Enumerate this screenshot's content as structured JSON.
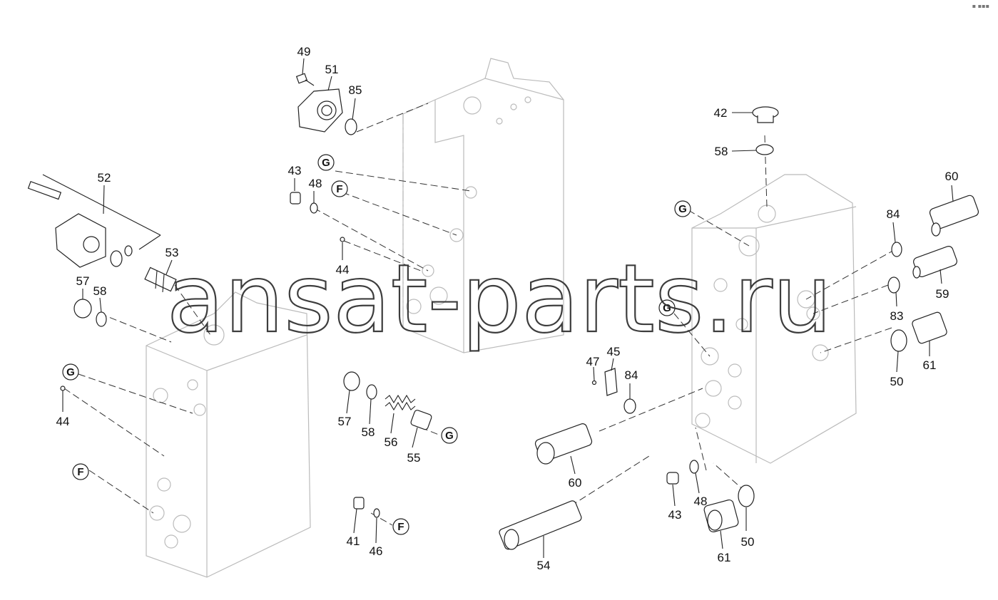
{
  "corner_mark": "▪ ▪▪▪",
  "watermark": "ansat-parts.ru",
  "callouts": {
    "c49": "49",
    "c51": "51",
    "c85": "85",
    "c43a": "43",
    "c48a": "48",
    "c44a": "44",
    "c52": "52",
    "c53": "53",
    "c57a": "57",
    "c58a": "58",
    "c44b": "44",
    "c57b": "57",
    "c58b": "58",
    "c56": "56",
    "c55": "55",
    "c41": "41",
    "c46": "46",
    "c42": "42",
    "c58c": "58",
    "c60a": "60",
    "c84a": "84",
    "c59": "59",
    "c83": "83",
    "c61a": "61",
    "c50a": "50",
    "c47": "47",
    "c45": "45",
    "c84b": "84",
    "c60b": "60",
    "c54": "54",
    "c43b": "43",
    "c48b": "48",
    "c61b": "61",
    "c50b": "50"
  },
  "refs": {
    "g1": "G",
    "f1": "F",
    "g2": "G",
    "f2": "F",
    "g3": "G",
    "f3": "F",
    "g4": "G",
    "g5": "G"
  }
}
